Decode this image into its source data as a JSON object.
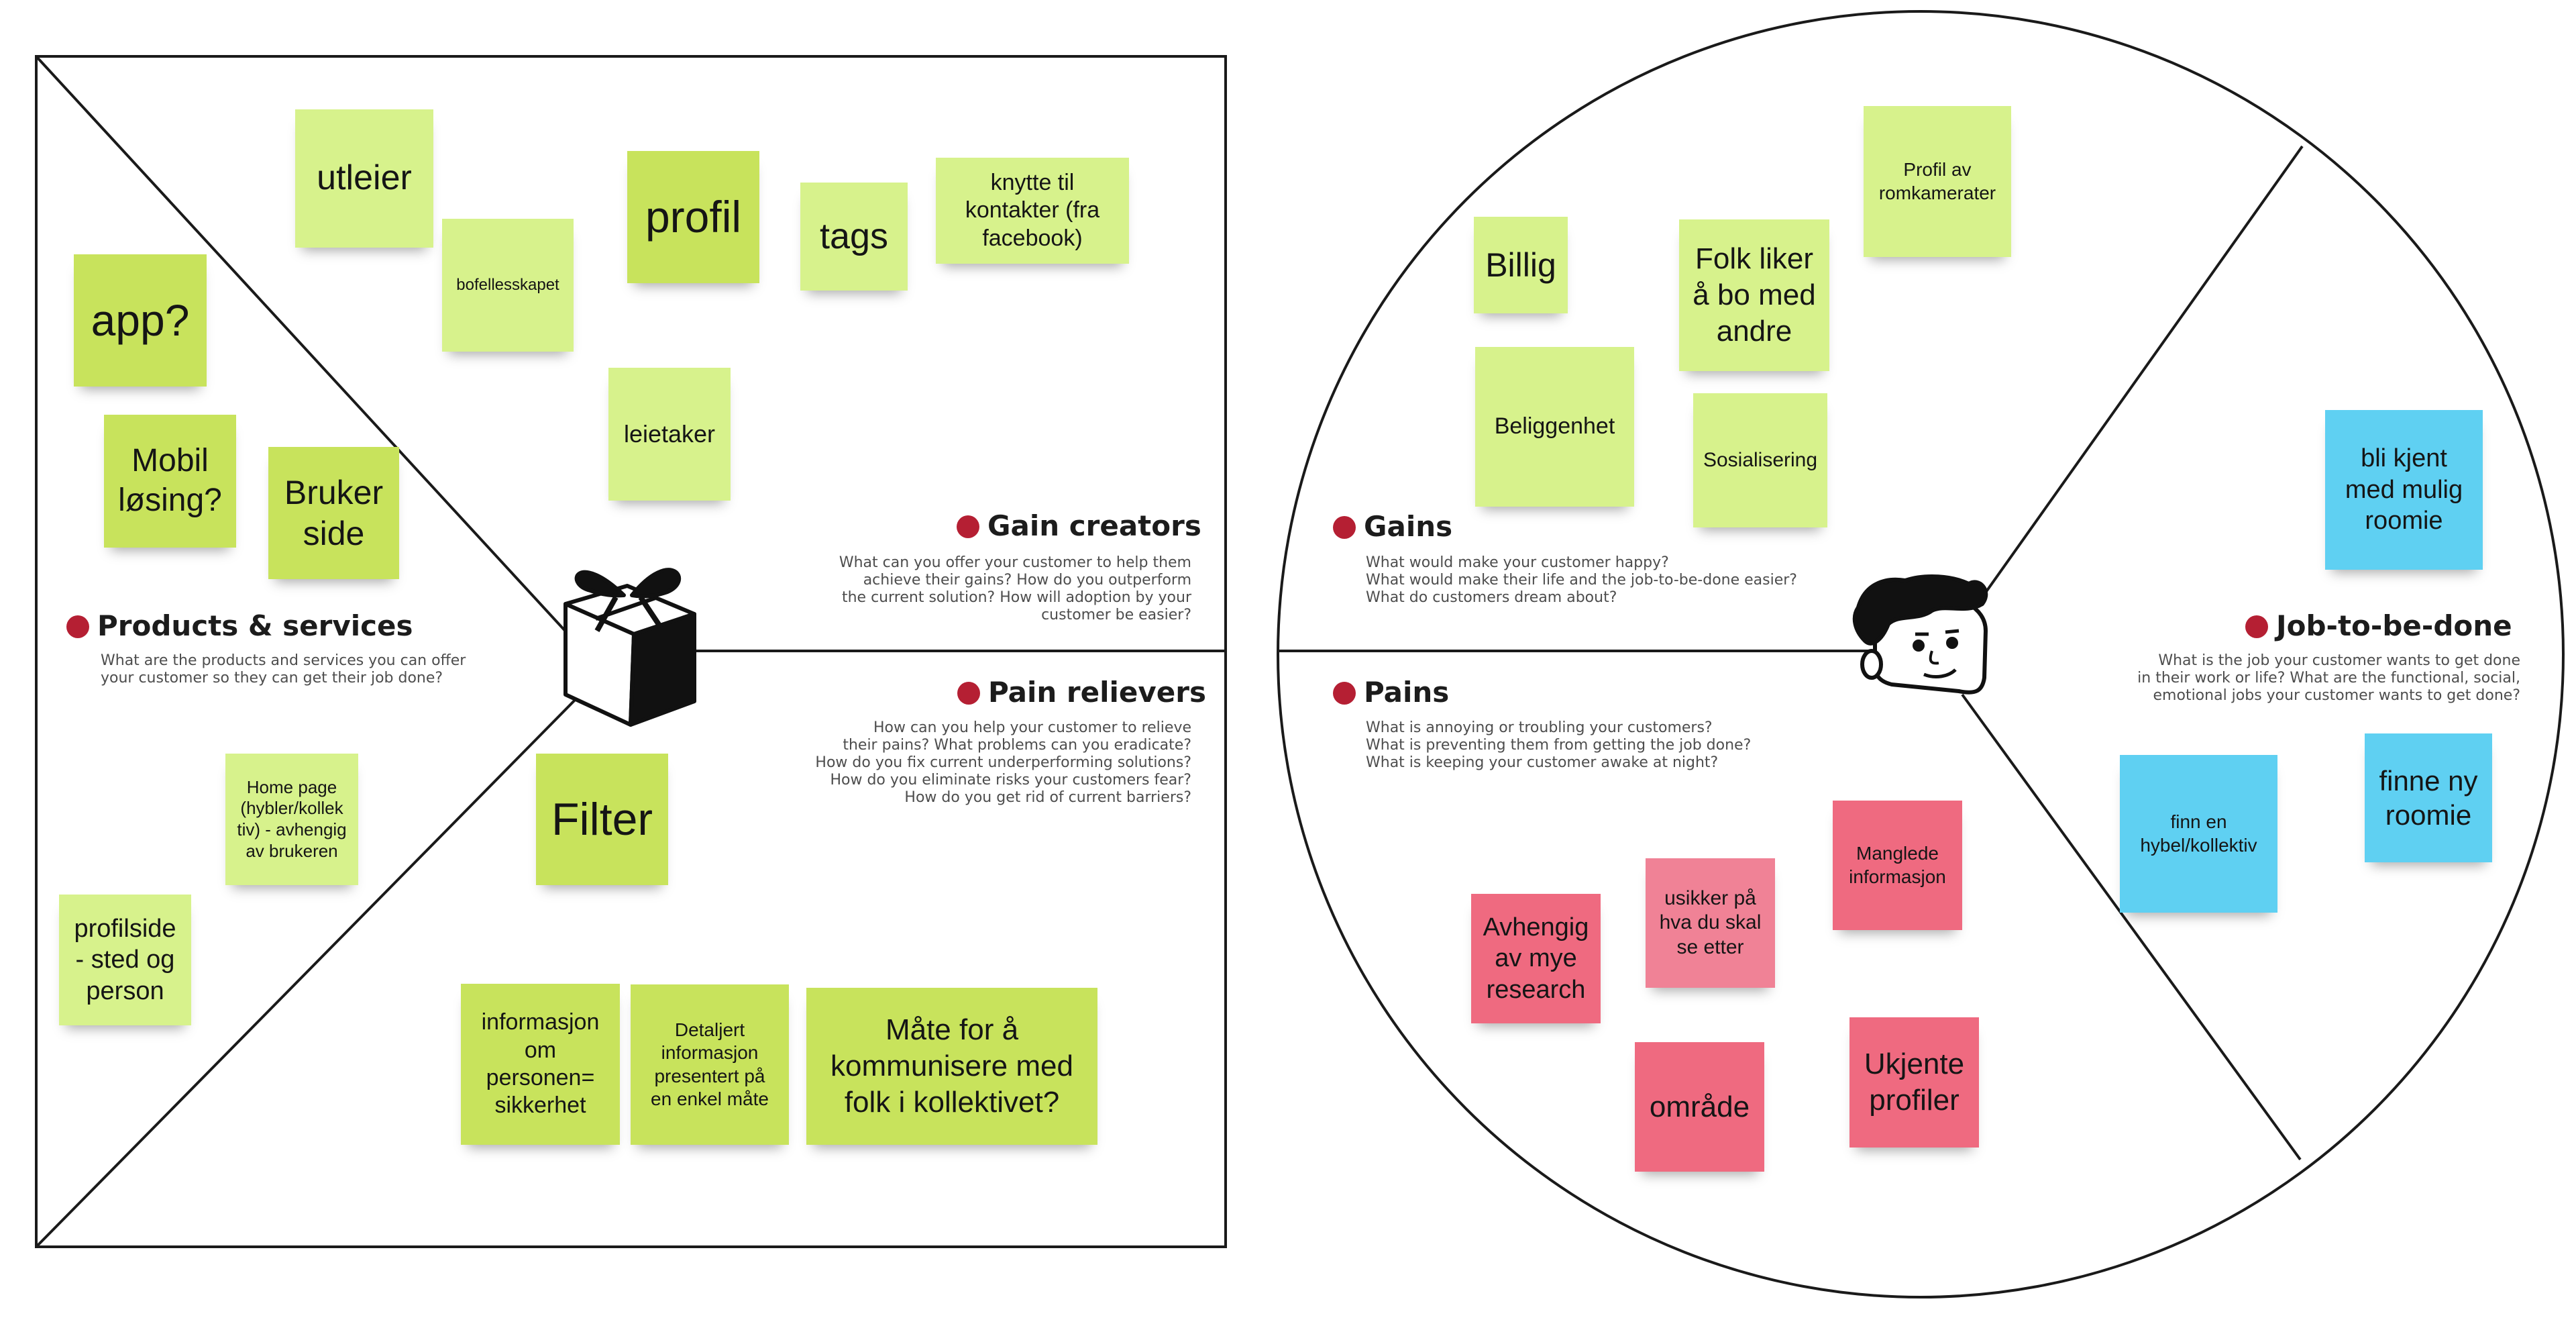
{
  "colors": {
    "frame": "#1a1a1a",
    "title_dot": "#b51f33",
    "note_green": "#d7f28c",
    "note_green_dark": "#c8e35c",
    "note_blue": "#5fd0f2",
    "note_pink": "#ef6a80"
  },
  "value_map": {
    "products_services": {
      "title": "Products & services",
      "desc": "What are the products and services you can offer\nyour customer so they can get their job done?"
    },
    "gain_creators": {
      "title": "Gain creators",
      "desc": "What can you offer your customer to help them\nachieve their gains? How do you outperform\nthe current solution? How will adoption by your\ncustomer be easier?"
    },
    "pain_relievers": {
      "title": "Pain relievers",
      "desc": "How can you help your customer to relieve\ntheir pains? What problems can you eradicate?\nHow do you fix current underperforming solutions?\nHow do you eliminate risks your customers fear?\nHow do you get rid of current barriers?"
    }
  },
  "customer_profile": {
    "gains": {
      "title": "Gains",
      "desc": "What would make your customer happy?\nWhat would make their life and the job-to-be-done easier?\nWhat do customers dream about?"
    },
    "pains": {
      "title": "Pains",
      "desc": "What is annoying or troubling your customers?\nWhat is preventing them from getting the job done?\nWhat is keeping your customer awake at night?"
    },
    "job_to_be_done": {
      "title": "Job-to-be-done",
      "desc": "What is the job your customer wants to get done\nin their work or life? What are the functional, social,\nemotional jobs your customer wants to get done?"
    }
  },
  "notes": {
    "utleier": "utleier",
    "bofellesskapet": "bofellesskapet",
    "profil": "profil",
    "tags": "tags",
    "knytte": "knytte til\nkontakter (fra\nfacebook)",
    "leietaker": "leietaker",
    "app": "app?",
    "mobil": "Mobil\nløsing?",
    "bruker_side": "Bruker\nside",
    "home_page": "Home page\n(hybler/kollek\ntiv) - avhengig\nav brukeren",
    "profilside": "profilside\n- sted og\nperson",
    "filter": "Filter",
    "informasjon": "informasjon\nom\npersonen=\nsikkerhet",
    "detaljert": "Detaljert\ninformasjon\npresentert på\nen enkel måte",
    "maate": "Måte for å\nkommunisere med\nfolk i kollektivet?",
    "billig": "Billig",
    "folk_liker": "Folk liker\nå bo med\nandre",
    "profil_av": "Profil av\nromkamerater",
    "beliggenhet": "Beliggenhet",
    "sosialisering": "Sosialisering",
    "bli_kjent": "bli kjent\nmed mulig\nroomie",
    "finne_ny": "finne ny\nroomie",
    "finn_en": "finn en\nhybel/kollektiv",
    "manglede": "Manglede\ninformasjon",
    "usikker": "usikker på\nhva du skal\nse etter",
    "avhengig": "Avhengig\nav mye\nresearch",
    "omraade": "område",
    "ukjente": "Ukjente\nprofiler"
  },
  "icons": {
    "product": "gift-box-icon",
    "customer": "customer-face-icon"
  }
}
